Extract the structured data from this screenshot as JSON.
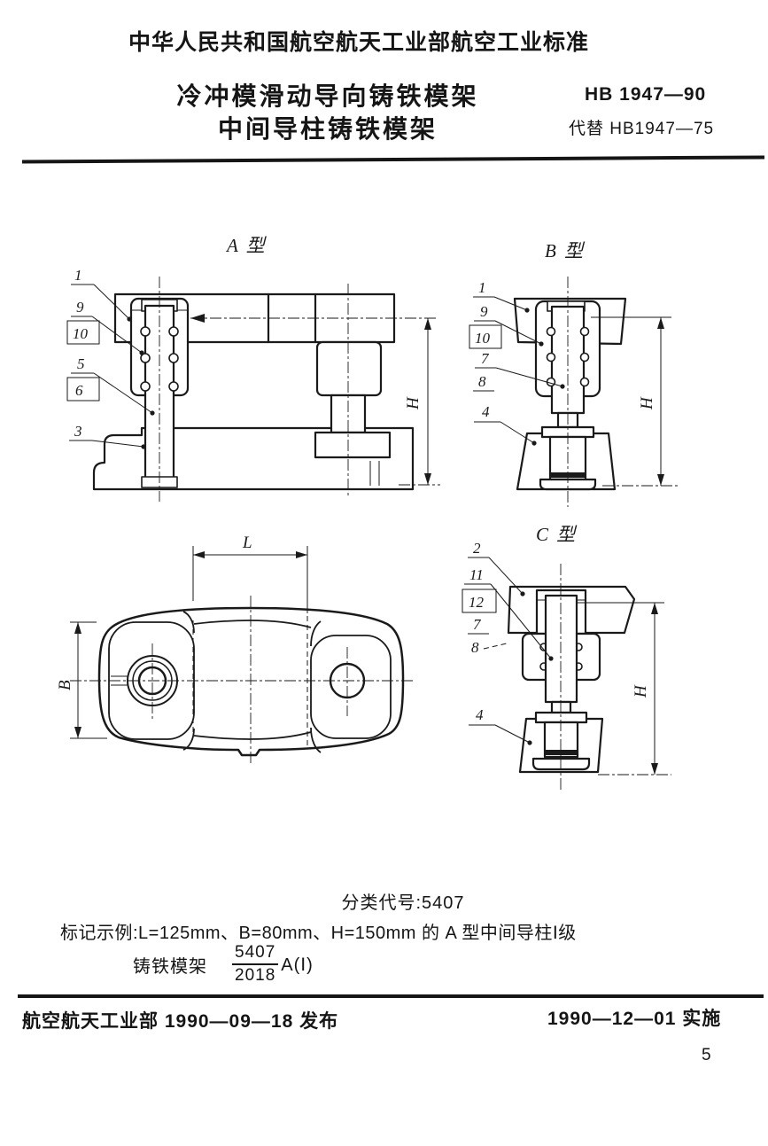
{
  "header": {
    "title": "中华人民共和国航空航天工业部航空工业标准"
  },
  "title_block": {
    "line1": "冷冲模滑动导向铸铁模架",
    "line2": "中间导柱铸铁模架",
    "standard_no": "HB 1947—90",
    "replaces": "代替 HB1947—75"
  },
  "figures": {
    "type_a": {
      "label": "A 型",
      "callouts": [
        "1",
        "9",
        "10",
        "5",
        "6",
        "3"
      ],
      "dim_h": "H"
    },
    "type_b": {
      "label": "B 型",
      "callouts": [
        "1",
        "9",
        "10",
        "7",
        "8",
        "4"
      ],
      "dim_h": "H"
    },
    "type_c": {
      "label": "C 型",
      "callouts": [
        "2",
        "11",
        "12",
        "7",
        "8",
        "4"
      ],
      "dim_h": "H"
    },
    "plan": {
      "dim_l": "L",
      "dim_b": "B"
    }
  },
  "classification": "分类代号:5407",
  "marking_example": {
    "line1": "标记示例:L=125mm、B=80mm、H=150mm 的 A 型中间导柱Ⅰ级",
    "prefix": "铸铁模架",
    "fraction_numerator": "5407",
    "fraction_denominator": "2018",
    "suffix": "A(Ⅰ)"
  },
  "footer": {
    "issued": "航空航天工业部 1990—09—18 发布",
    "implemented": "1990—12—01 实施",
    "page_number": "5"
  }
}
